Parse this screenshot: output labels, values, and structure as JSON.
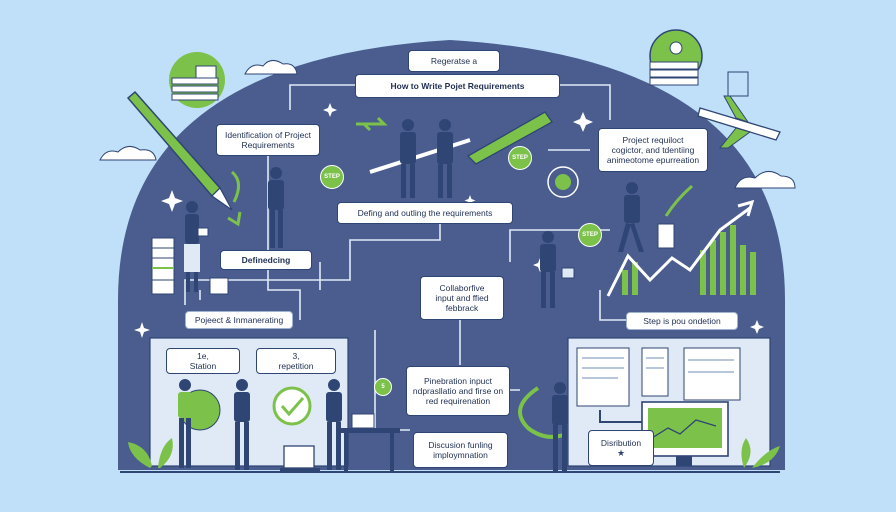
{
  "colors": {
    "sky": "#bfe0f8",
    "dome": "#4a5d8e",
    "accent_green": "#7cc24a",
    "navy": "#2f4574",
    "panel": "#dfeaf6"
  },
  "boxes": {
    "top_small": "Regeratse a",
    "title": "How to Write Pojet Requirements",
    "identification": "Identification of Project\nRequirements",
    "defining_outlining": "Defing and outling the requirements",
    "defining": "Definedcing",
    "project_implementing": "Pojeect & Inmanerating",
    "project_request": "Project requiloct\ncogictor, and tdentiing\nanimeotome epurreation",
    "collaborative": "Collaborfive\ninput and ffied\nfebbrack",
    "step_is": "Step is pou ondetion",
    "station": "1e,\nStation",
    "repetition": "3,\nrepetition",
    "pinebration": "Pinebration inpuct\nndprasllatio and firse on\nred requirenation",
    "discussion": "Discusion funling\nimploymnation",
    "distribution": "Disribution"
  },
  "steps": {
    "step_a": "STEP",
    "step_b": "STEP",
    "step_c": "STEP",
    "step_d": "5"
  },
  "icons": [
    "pen-icon",
    "stacked-papers-icon",
    "chart-icon",
    "airplane-icon",
    "gear-icon",
    "check-icon",
    "laptop-icon",
    "monitor-icon",
    "document-icon",
    "cloud-icon",
    "sparkle-icon"
  ]
}
